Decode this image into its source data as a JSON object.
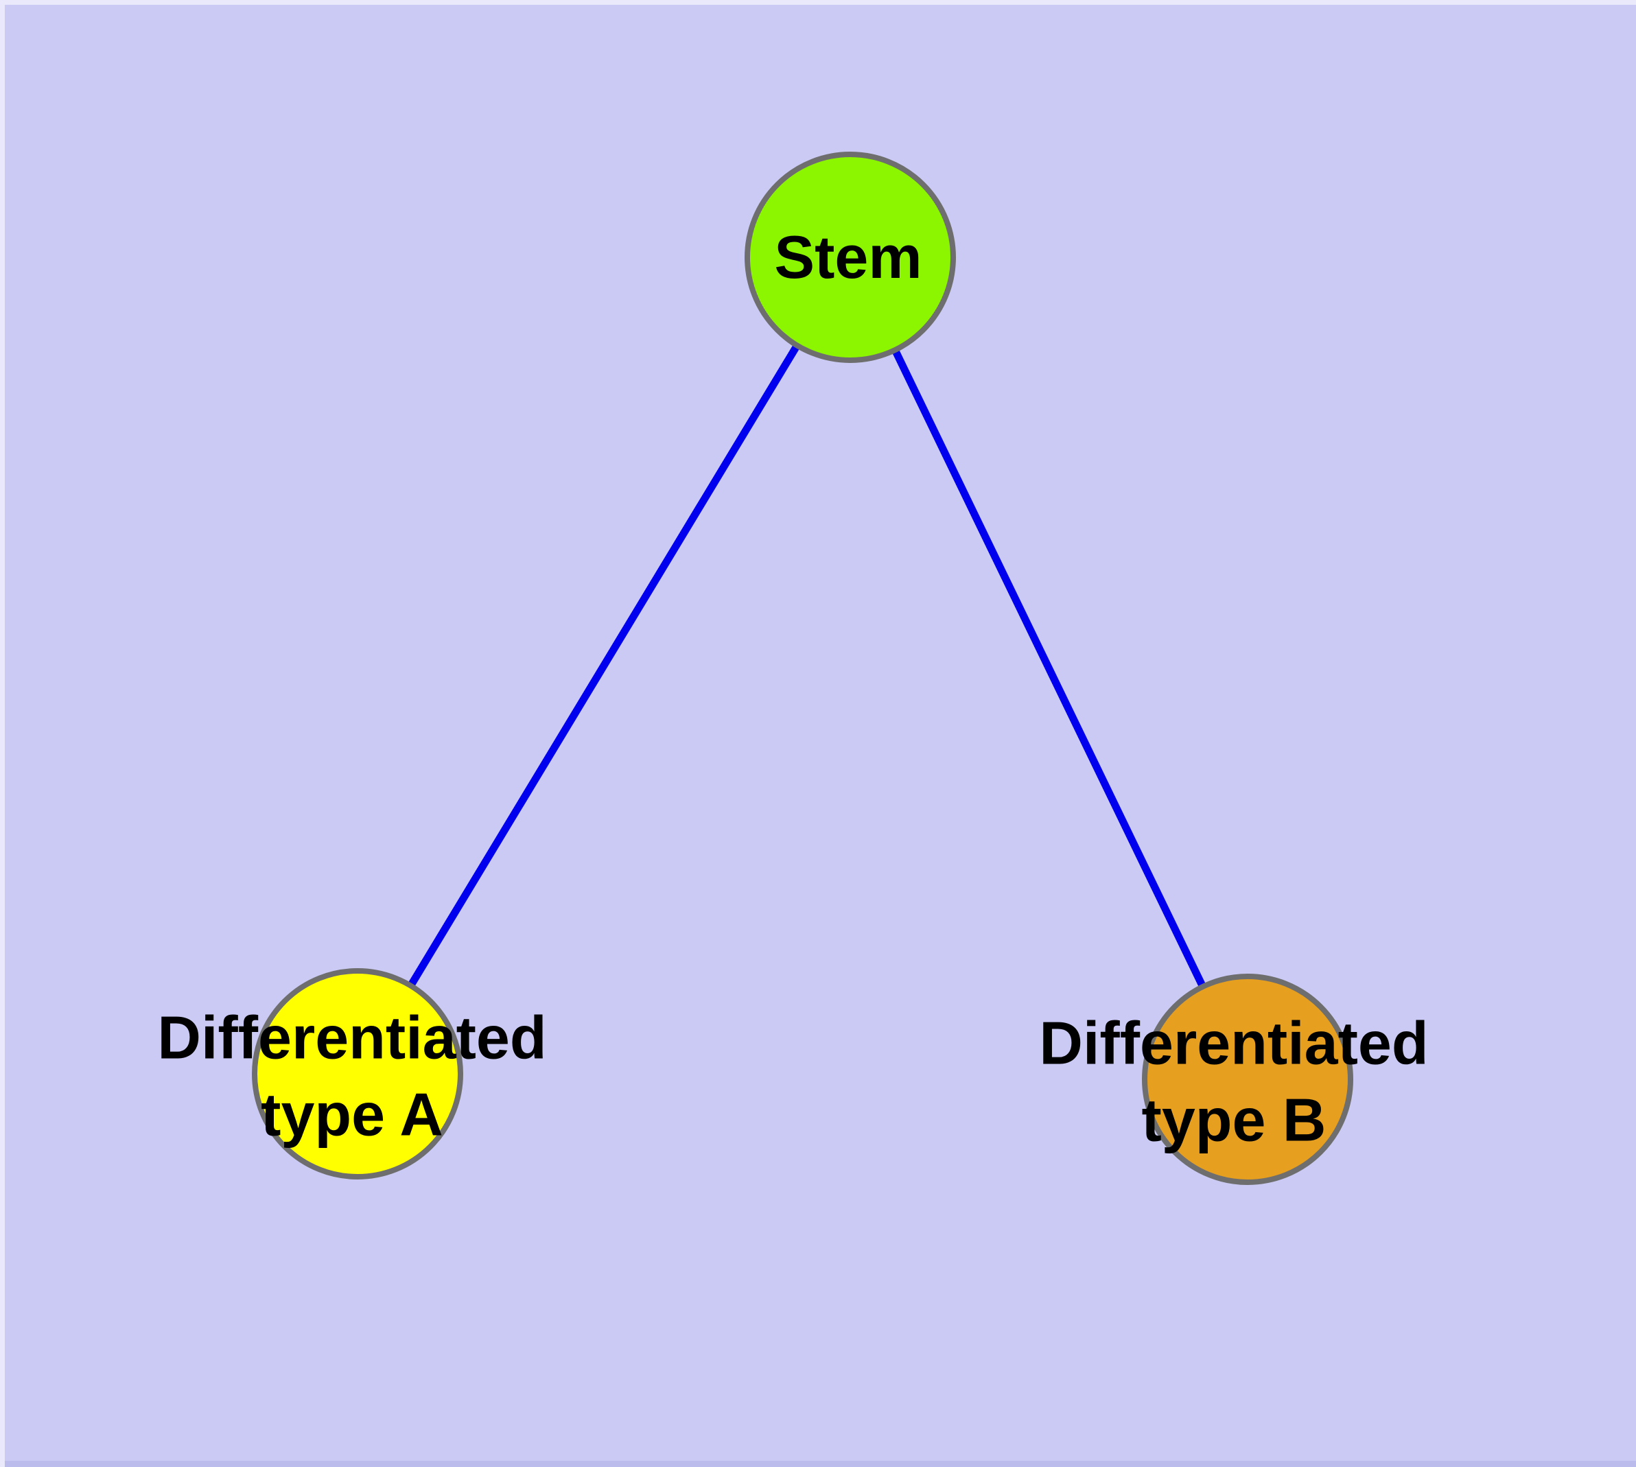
{
  "diagram": {
    "type": "node-link-graph",
    "background_color": "#cacaf4",
    "edge_color": "#0000ee",
    "node_border_color": "#6e6e6e",
    "text_color": "#000000",
    "nodes": [
      {
        "id": "stem",
        "label": "Stem",
        "fill": "#8cf500",
        "shape": "circle"
      },
      {
        "id": "differentiated-type-a",
        "label_line1": "Differentiated",
        "label_line2": "type A",
        "label": "Differentiated type A",
        "fill": "#ffff00",
        "shape": "circle"
      },
      {
        "id": "differentiated-type-b",
        "label_line1": "Differentiated",
        "label_line2": "type B",
        "label": "Differentiated type B",
        "fill": "#e69f1e",
        "shape": "circle"
      }
    ],
    "edges": [
      {
        "from": "stem",
        "to": "differentiated-type-a"
      },
      {
        "from": "stem",
        "to": "differentiated-type-b"
      }
    ]
  }
}
